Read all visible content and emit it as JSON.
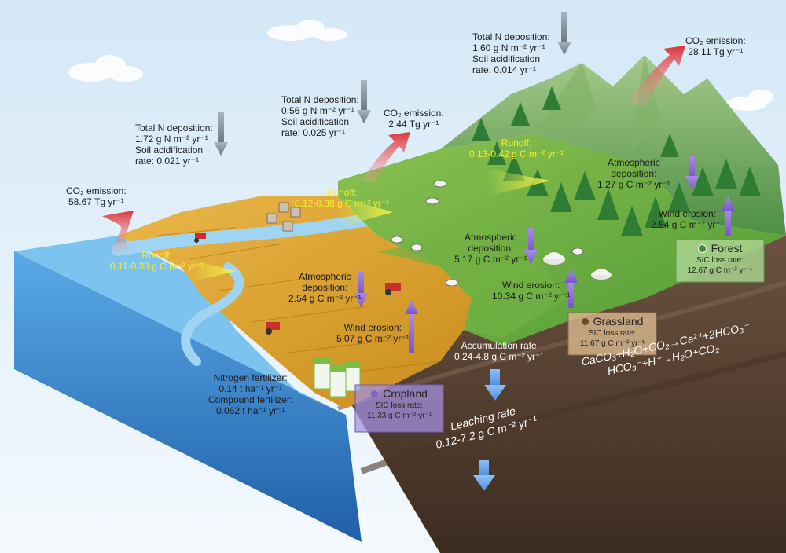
{
  "colors": {
    "sky": "#e6f2fb",
    "sea": "#3a8fd6",
    "cropland": "#e0a42c",
    "grassland": "#6aa836",
    "forest": "#3f8c3a",
    "soil": "#5b4636",
    "emission_arrow": "#d9534f",
    "deposition_arrow": "#8b68d6",
    "leaching_arrow": "#6aa8f0",
    "runoff_text": "#f6ef2a",
    "cropland_dot": "#7b66c9",
    "grassland_dot": "#6d4a2e",
    "forest_dot": "#3f8c3a"
  },
  "icons": {
    "emission": "red-curved-arrow-icon",
    "deposition": "gray-down-arrow-icon",
    "flux": "purple-arrow-icon",
    "leaching": "blue-down-arrow-icon",
    "runoff": "yellow-cone-arrow-icon"
  },
  "deposition": {
    "west": {
      "line1": "Total N deposition:",
      "value": "1.72 g N m⁻² yr⁻¹",
      "line3": "Soil acidification",
      "rate": "rate: 0.021 yr⁻¹"
    },
    "middle": {
      "line1": "Total N deposition:",
      "value": "0.56 g N m⁻² yr⁻¹",
      "line3": "Soil acidification",
      "rate": "rate: 0.025 yr⁻¹"
    },
    "east": {
      "line1": "Total N deposition:",
      "value": "1.60 g N m⁻² yr⁻¹",
      "line3": "Soil acidification",
      "rate": "rate: 0.014 yr⁻¹"
    }
  },
  "emission": {
    "west": {
      "label": "CO₂ emission:",
      "value": "58.67 Tg yr⁻¹"
    },
    "middle": {
      "label": "CO₂ emission:",
      "value": "2.44 Tg yr⁻¹"
    },
    "east": {
      "label": "CO₂ emission:",
      "value": "28.11 Tg yr⁻¹"
    }
  },
  "runoff": {
    "cropland": {
      "label": "Runoff:",
      "value": "0.11-0.38 g C m⁻² yr⁻¹"
    },
    "grassland": {
      "label": "Runoff:",
      "value": "0.12-0.38 g C m⁻² yr⁻¹"
    },
    "forest": {
      "label": "Runoff:",
      "value": "0.13-0.42 g C m⁻² yr⁻¹"
    }
  },
  "atm_deposition": {
    "cropland": {
      "line1": "Atmospheric",
      "line2": "deposition:",
      "value": "2.54 g C m⁻² yr⁻¹"
    },
    "grassland": {
      "line1": "Atmospheric",
      "line2": "deposition:",
      "value": "5.17 g C m⁻² yr⁻¹"
    },
    "forest": {
      "line1": "Atmospheric",
      "line2": "deposition:",
      "value": "1.27 g C m⁻² yr⁻¹"
    }
  },
  "wind_erosion": {
    "cropland": {
      "label": "Wind erosion:",
      "value": "5.07 g C m⁻² yr⁻¹"
    },
    "grassland": {
      "label": "Wind erosion:",
      "value": "10.34 g C m⁻² yr⁻¹"
    },
    "forest": {
      "label": "Wind erosion:",
      "value": "2.54 g C m⁻² yr⁻¹"
    }
  },
  "accumulation": {
    "label": "Accumulation rate",
    "value": "0.24-4.8 g C m⁻² yr⁻¹"
  },
  "leaching": {
    "label": "Leaching rate",
    "value": "0.12-7.2  g C m⁻² yr⁻¹"
  },
  "fertilizer": {
    "n_label": "Nitrogen fertilizer:",
    "n_value": "0.14 t ha⁻¹ yr⁻¹",
    "c_label": "Compound fertilizer:",
    "c_value": "0.062 t ha⁻¹ yr⁻¹"
  },
  "landuse": {
    "cropland": {
      "name": "Cropland",
      "sic_label": "SIC loss rate:",
      "sic_value": "11.33 g C m⁻² yr⁻¹"
    },
    "grassland": {
      "name": "Grassland",
      "sic_label": "SIC loss rate:",
      "sic_value": "11.67 g C m⁻² yr⁻¹"
    },
    "forest": {
      "name": "Forest",
      "sic_label": "SIC loss rate:",
      "sic_value": "12.67 g C m⁻² yr⁻¹"
    }
  },
  "equations": {
    "line1": "CaCO₃+H₂O+CO₂→Ca²⁺+2HCO₃⁻",
    "line2": "HCO₃⁻+H⁺→H₂O+CO₂"
  }
}
